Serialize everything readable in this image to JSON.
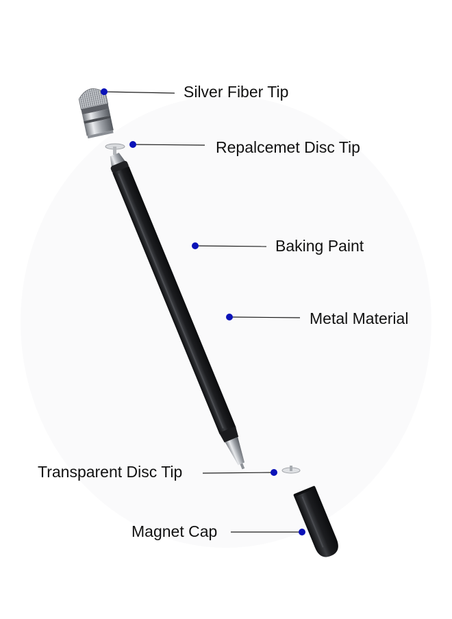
{
  "colors": {
    "background": "#ffffff",
    "callout_dot": "#0a12b8",
    "callout_line": "#1a1a1a",
    "pen_body": "#1c1d20",
    "label_text": "#111111"
  },
  "callouts": [
    {
      "id": "silver-fiber-tip",
      "label": "Silver Fiber Tip"
    },
    {
      "id": "replacement-disc-tip",
      "label": "Repalcemet Disc Tip"
    },
    {
      "id": "baking-paint",
      "label": "Baking Paint"
    },
    {
      "id": "metal-material",
      "label": "Metal Material"
    },
    {
      "id": "transparent-disc-tip",
      "label": "Transparent Disc Tip"
    },
    {
      "id": "magnet-cap",
      "label": "Magnet Cap"
    }
  ]
}
